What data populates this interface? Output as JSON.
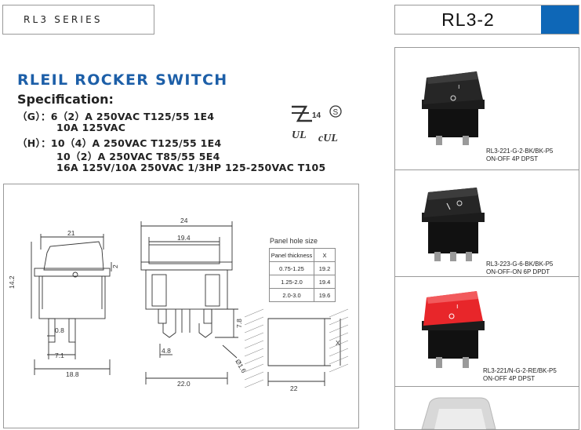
{
  "header": {
    "series": "RL3 SERIES",
    "model": "RL3-2",
    "accent_color": "#0e67b7"
  },
  "title": "RLEIL ROCKER SWITCH",
  "spec": {
    "heading": "Specification:",
    "lines": [
      "（G）：6（2）A 250VAC  T125/55  1E4",
      "10A  125VAC",
      "（H）：10（4）A 250VAC  T125/55  1E4",
      "10（2）A 250VAC  T85/55  5E4",
      "16A 125V/10A  250VAC  1/3HP  125-250VAC T105"
    ]
  },
  "certs": {
    "enec": "14",
    "s_mark": "S",
    "ul_left": "UL",
    "ul_right": "cUL"
  },
  "dimensions": {
    "width_21": "21",
    "height_14_2": "14.2",
    "dim_2": "2",
    "dim_0_8": "0.8",
    "dim_7_1": "7.1",
    "dim_18_8": "18.8",
    "dim_24": "24",
    "dim_19_4": "19.4",
    "dim_7_8": "7.8",
    "dim_4_8": "4.8",
    "dim_22_0": "22.0",
    "dim_dia": "Ø1.6",
    "hole_x": "X",
    "hole_22": "22"
  },
  "panel_table": {
    "title": "Panel hole size",
    "headers": [
      "Panel thickness",
      "X"
    ],
    "rows": [
      [
        "0.75-1.25",
        "19.2"
      ],
      [
        "1.25-2.0",
        "19.4"
      ],
      [
        "2.0-3.0",
        "19.6"
      ]
    ]
  },
  "products": [
    {
      "code": "RL3-221-G-2-BK/BK-P5",
      "desc": "ON-OFF 4P DPST",
      "color": "#1a1a1a"
    },
    {
      "code": "RL3-223-G-6-BK/BK-P5",
      "desc": "ON-OFF-ON 6P DPDT",
      "color": "#1a1a1a"
    },
    {
      "code": "RL3-221/N-G-2-RE/BK-P5",
      "desc": "ON-OFF 4P DPST",
      "color": "#e8262a"
    }
  ]
}
